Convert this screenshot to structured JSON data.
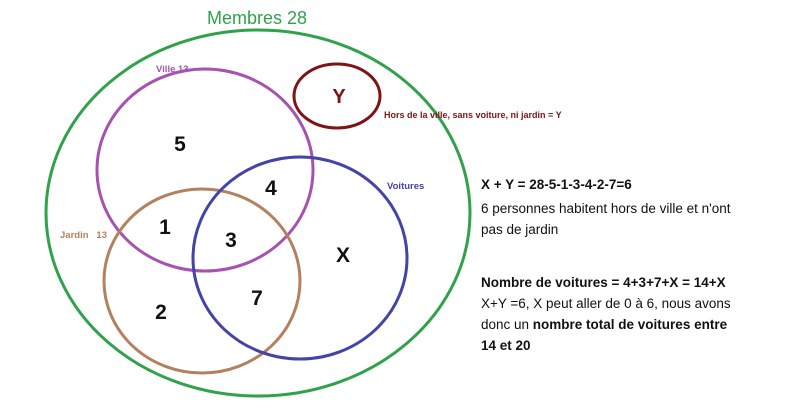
{
  "diagram": {
    "universe_label": "Membres 28",
    "sets": [
      {
        "id": "ville",
        "label": "Ville 13",
        "color": "#a652ae"
      },
      {
        "id": "jardin",
        "label": "Jardin   13",
        "color": "#b4815e"
      },
      {
        "id": "voitures",
        "label": "Voitures",
        "color": "#4343a8"
      }
    ],
    "y_set": {
      "label": "Y",
      "color": "#7e1414",
      "caption": "Hors de la ville, sans voiture, ni jardin = Y"
    },
    "universe_color": "#2fa24a",
    "regions": {
      "ville_only": "5",
      "ville_voitures": "4",
      "ville_jardin": "1",
      "all_three": "3",
      "voitures_only": "X",
      "jardin_only": "2",
      "jardin_voitures": "7"
    }
  },
  "notes": {
    "equation": "X + Y = 28-5-1-3-4-2-7=6",
    "line1": "6 personnes habitent hors de ville et n'ont",
    "line2": "pas de jardin",
    "cars_equation": "Nombre de voitures = 4+3+7+X = 14+X",
    "line3": "X+Y =6, X peut aller de 0 à 6, nous avons",
    "line4_plain": "donc un ",
    "line4_bold": "nombre total de voitures entre",
    "line5_bold": "14 et 20"
  }
}
